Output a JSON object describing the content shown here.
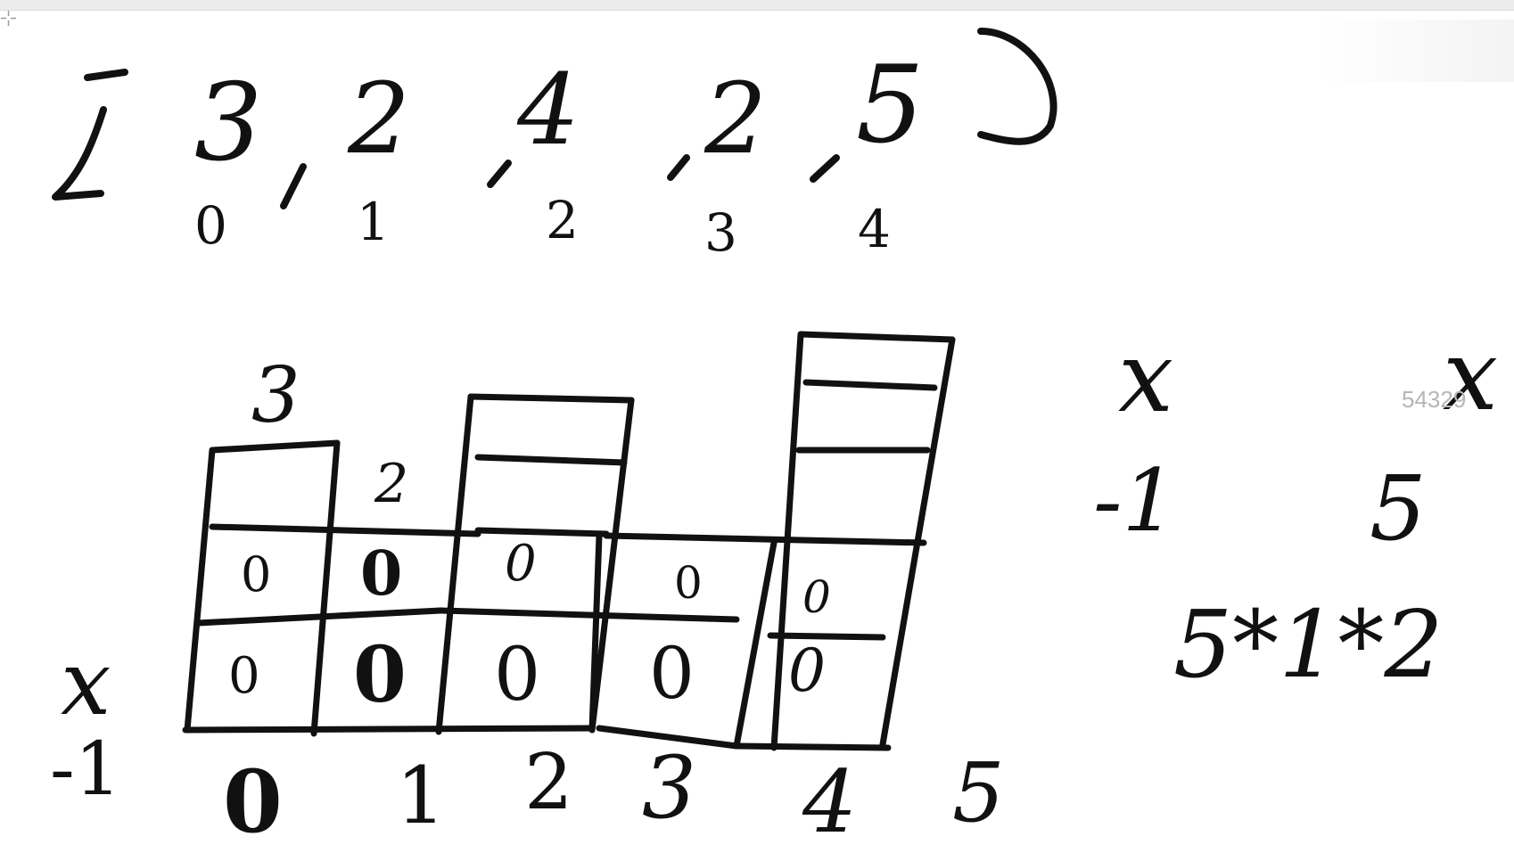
{
  "window": {
    "title": ""
  },
  "drawing": {
    "array_values": [
      "3",
      "2",
      "4",
      "2",
      "5"
    ],
    "array_indices": [
      "0",
      "1",
      "2",
      "3",
      "4"
    ],
    "bar_heights": [
      "3",
      "2"
    ],
    "cell_zero": "0",
    "bottom_axis": [
      "-1",
      "0",
      "1",
      "2",
      "3",
      "4",
      "5"
    ],
    "left_mark": "x",
    "right_notes": {
      "col1_cross": "x",
      "col1_value": "-1",
      "col2_cross": "x",
      "col2_value": "5",
      "formula": "5*1*2"
    },
    "ink_color": "#111111"
  },
  "overlay": {
    "watermark": "54329"
  }
}
